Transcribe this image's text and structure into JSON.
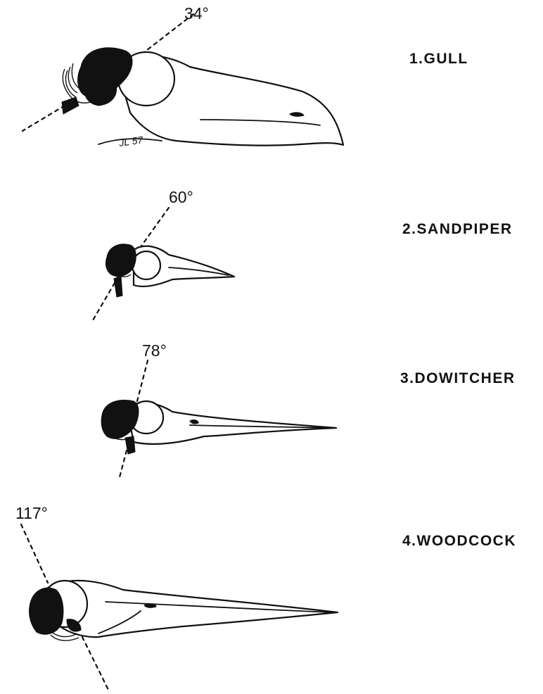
{
  "skulls": [
    {
      "number": "1.",
      "name": "GULL",
      "angle": "34°"
    },
    {
      "number": "2.",
      "name": "SANDPIPER",
      "angle": "60°"
    },
    {
      "number": "3.",
      "name": "DOWITCHER",
      "angle": "78°"
    },
    {
      "number": "4.",
      "name": "WOODCOCK",
      "angle": "117°"
    }
  ],
  "signature": "JL 57"
}
